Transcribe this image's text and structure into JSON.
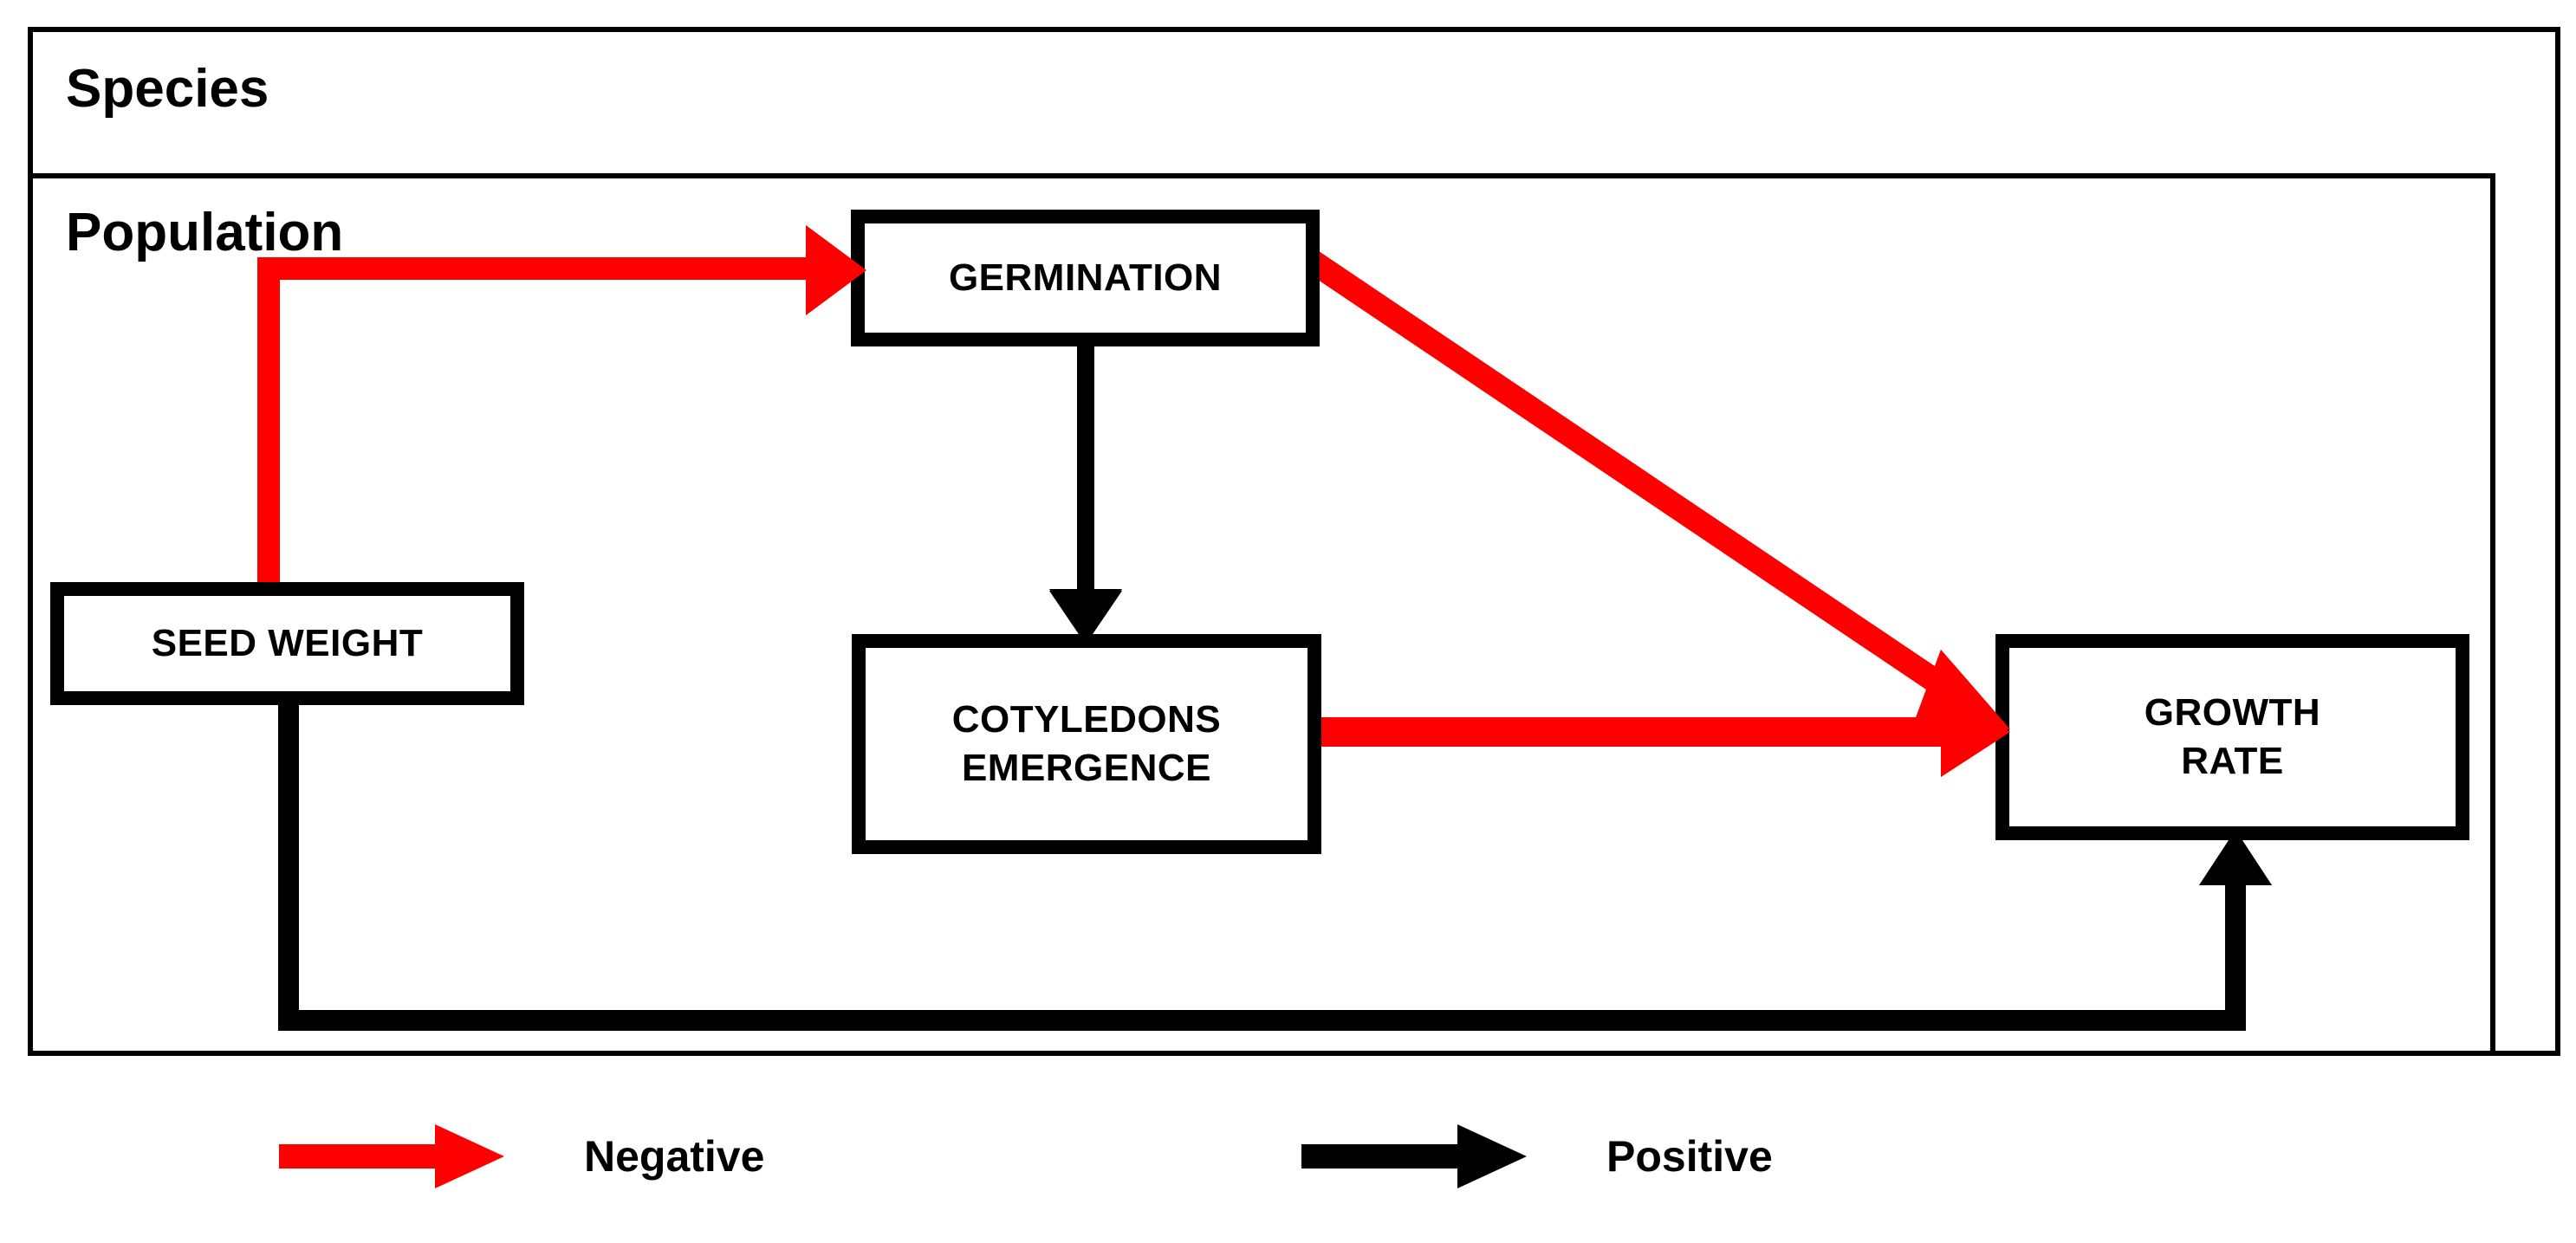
{
  "diagram": {
    "containers": [
      {
        "id": "species",
        "label": "Species"
      },
      {
        "id": "population",
        "label": "Population"
      }
    ],
    "nodes": [
      {
        "id": "seed-weight",
        "label": "SEED WEIGHT"
      },
      {
        "id": "germination",
        "label": "GERMINATION"
      },
      {
        "id": "cotyledons",
        "label": "COTYLEDONS\nEMERGENCE"
      },
      {
        "id": "growth-rate",
        "label": "GROWTH\nRATE"
      }
    ],
    "edges": [
      {
        "from": "seed-weight",
        "to": "germination",
        "effect": "negative",
        "color": "#FF0000"
      },
      {
        "from": "germination",
        "to": "growth-rate",
        "effect": "negative",
        "color": "#FF0000"
      },
      {
        "from": "cotyledons",
        "to": "growth-rate",
        "effect": "negative",
        "color": "#FF0000"
      },
      {
        "from": "germination",
        "to": "cotyledons",
        "effect": "positive",
        "color": "#000000"
      },
      {
        "from": "seed-weight",
        "to": "growth-rate",
        "effect": "positive",
        "color": "#000000"
      }
    ]
  },
  "legend": {
    "negative": {
      "label": "Negative",
      "color": "#FF0000"
    },
    "positive": {
      "label": "Positive",
      "color": "#000000"
    }
  }
}
